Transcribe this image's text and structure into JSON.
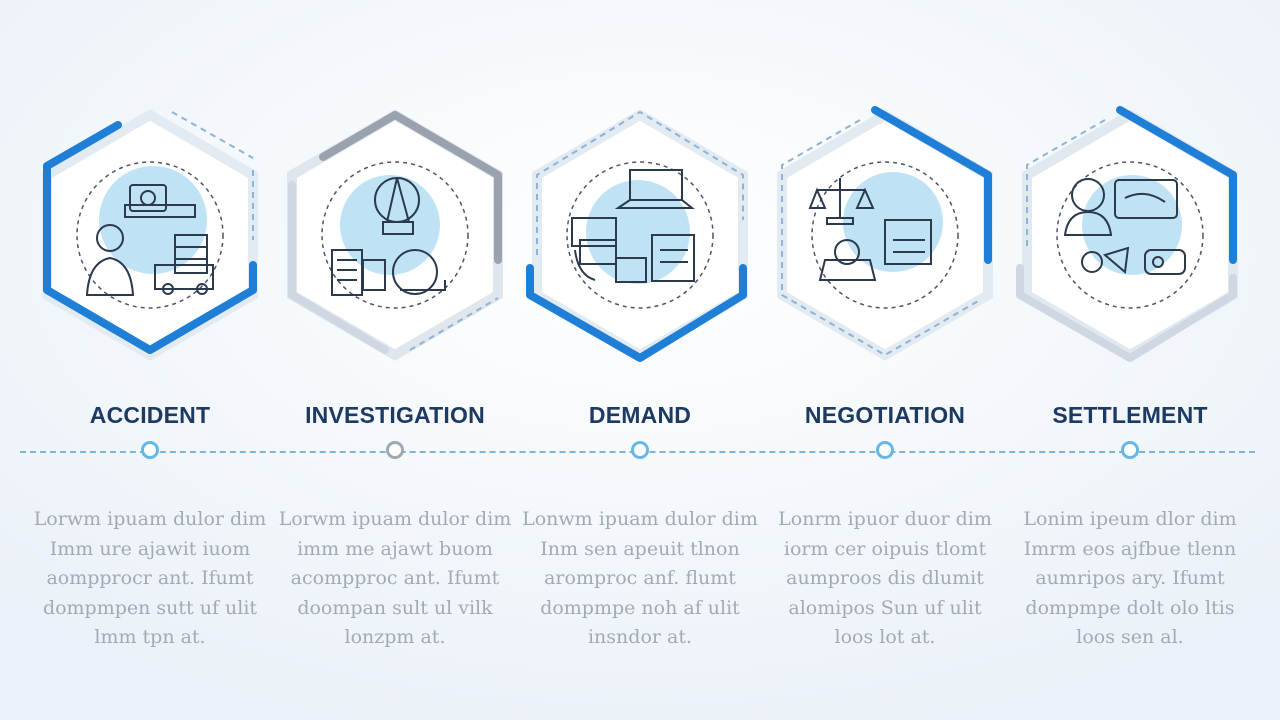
{
  "colors": {
    "accent_blue": "#1f7fd6",
    "light_blue_fill": "#bfe3f5",
    "grey_accent": "#a2adb8",
    "title_color": "#1d3a63",
    "text_grey": "#a3aab4",
    "timeline": "#7fb3d9"
  },
  "steps": [
    {
      "title": "ACCIDENT",
      "icon": "accident-icon",
      "marker_style": "blue",
      "desc": [
        "Lorwm ipuam dulor dim",
        "Imm ure ajawit iuom",
        "aompprocr ant. Ifumt",
        "dompmpen sutt uf ulit",
        "lmm tpn at."
      ]
    },
    {
      "title": "INVESTIGATION",
      "icon": "investigation-icon",
      "marker_style": "grey",
      "desc": [
        "Lorwm ipuam dulor dim",
        "imm me ajawt buom",
        "acompproc ant. Ifumt",
        "doompan sult ul vilk",
        "lonzpm at."
      ]
    },
    {
      "title": "DEMAND",
      "icon": "demand-icon",
      "marker_style": "blue",
      "desc": [
        "Lonwm ipuam dulor dim",
        "Inm sen apeuit tlnon",
        "aromproc anf. flumt",
        "dompmpe noh af ulit",
        "insndor at."
      ]
    },
    {
      "title": "NEGOTIATION",
      "icon": "negotiation-icon",
      "marker_style": "blue",
      "desc": [
        "Lonrm ipuor duor dim",
        "iorm cer oipuis tlomt",
        "aumproos dis dlumit",
        "alomipos Sun uf ulit",
        "loos lot at."
      ]
    },
    {
      "title": "SETTLEMENT",
      "icon": "settlement-icon",
      "marker_style": "blue",
      "desc": [
        "Lonim ipeum dlor dim",
        "Imrm eos ajfbue tlenn",
        "aumripos ary. Ifumt",
        "dompmpe dolt olo ltis",
        "loos sen al."
      ]
    }
  ]
}
